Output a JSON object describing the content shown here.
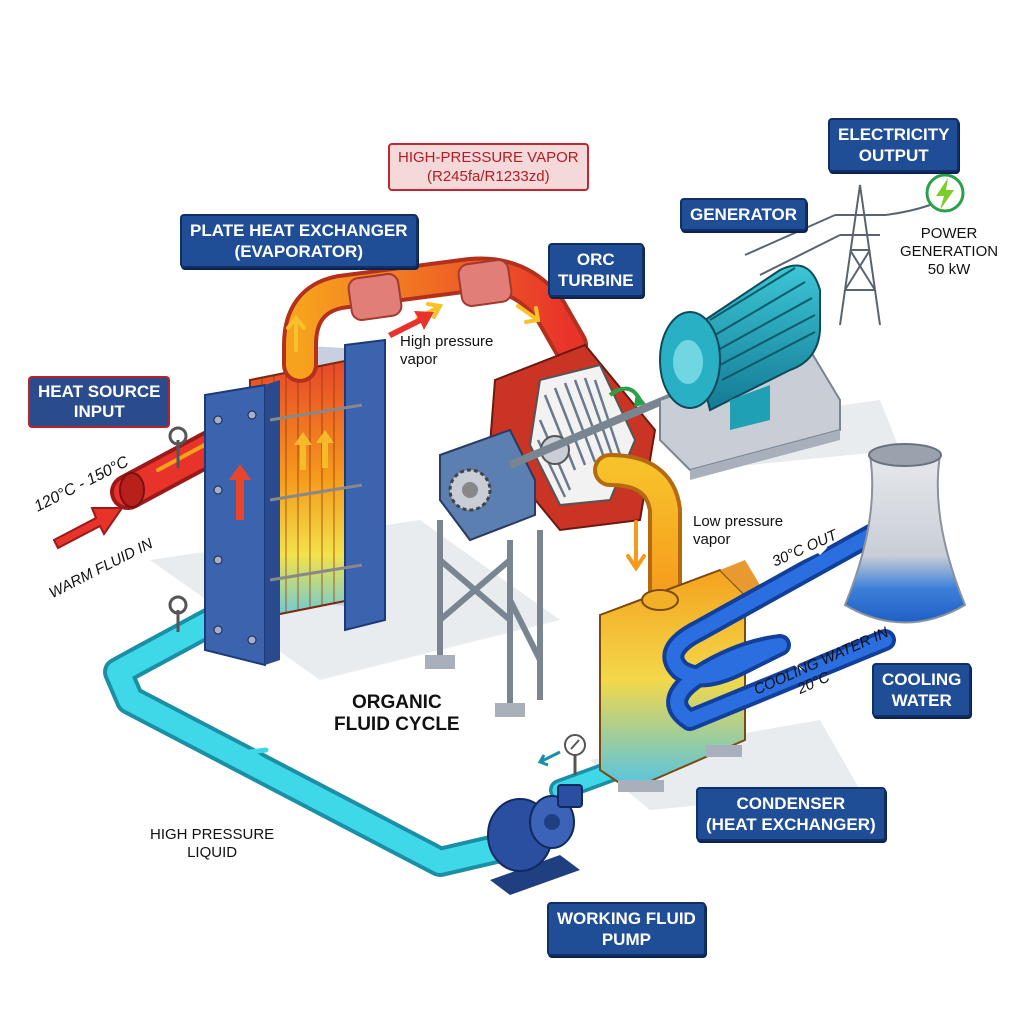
{
  "labels": {
    "heat_source": [
      "HEAT SOURCE",
      "INPUT"
    ],
    "temp_range": "120°C - 150°C",
    "warm_fluid": "WARM FLUID IN",
    "evaporator": [
      "PLATE HEAT EXCHANGER",
      "(EVAPORATOR)"
    ],
    "hp_vapor_box": [
      "HIGH-PRESSURE VAPOR",
      "(R245fa/R1233zd)"
    ],
    "hp_vapor_note": [
      "High pressure",
      "vapor"
    ],
    "turbine": [
      "ORC",
      "TURBINE"
    ],
    "generator": "GENERATOR",
    "electricity": [
      "ELECTRICITY",
      "OUTPUT"
    ],
    "power": [
      "POWER",
      "GENERATION",
      "50 kW"
    ],
    "lp_vapor": [
      "Low pressure",
      "vapor"
    ],
    "cycle": [
      "ORGANIC",
      "FLUID CYCLE"
    ],
    "out_30": "30°C OUT",
    "cooling_in": [
      "COOLING WATER IN",
      "20°C"
    ],
    "cooling_water": [
      "COOLING",
      "WATER"
    ],
    "condenser": [
      "CONDENSER",
      "(HEAT EXCHANGER)"
    ],
    "hp_liquid": [
      "HIGH PRESSURE",
      "LIQUID"
    ],
    "pump": [
      "WORKING FLUID",
      "PUMP"
    ]
  },
  "colors": {
    "label_bg": "#1f4e96",
    "hot_pipe": "#e8332a",
    "vapor_pipe": "#f39a1e",
    "liquid_pipe": "#35d6e6",
    "cooling_pipe": "#1f5fd6",
    "machine_teal": "#1d8fa8"
  }
}
